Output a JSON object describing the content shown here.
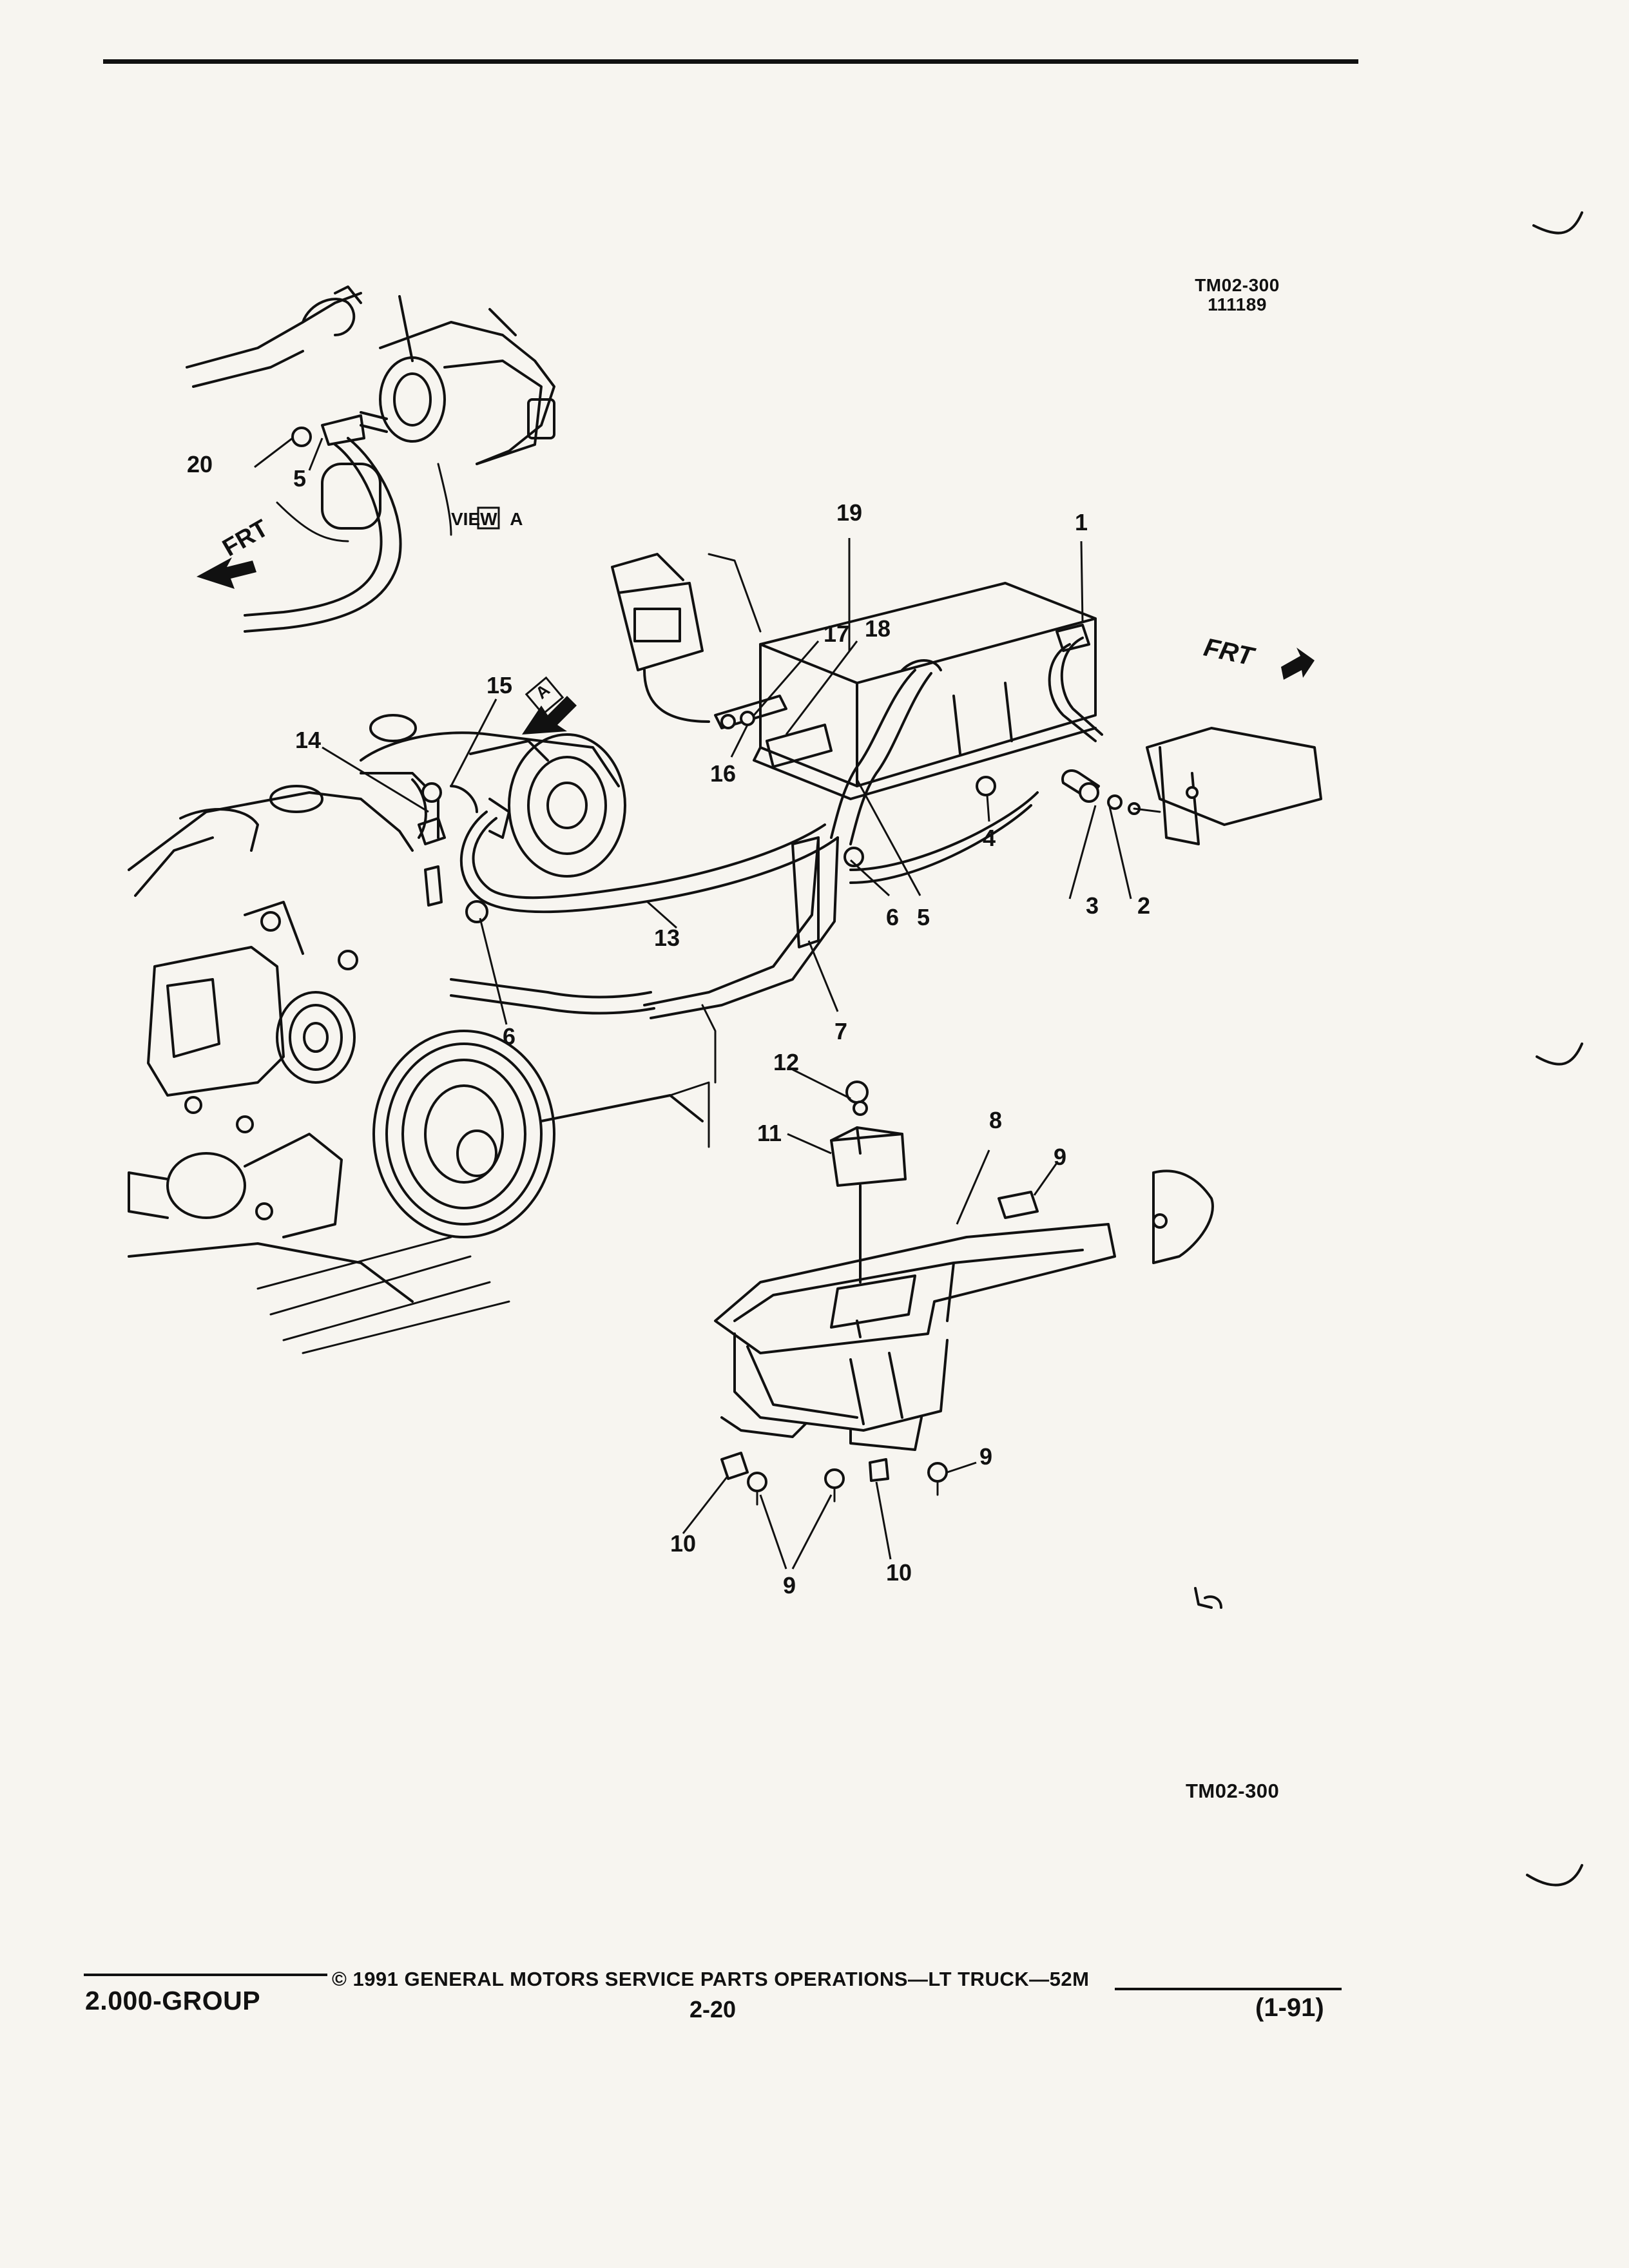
{
  "header": {
    "figure_code": "TM02-300",
    "figure_date": "111189"
  },
  "view_label": {
    "text": "VIEW",
    "letter": "A"
  },
  "frt_left": "FRT",
  "frt_right": "FRT",
  "view_marker_letter": "A",
  "callouts": [
    "1",
    "2",
    "3",
    "4",
    "5",
    "6",
    "7",
    "8",
    "9",
    "10",
    "11",
    "12",
    "13",
    "14",
    "15",
    "16",
    "17",
    "18",
    "19",
    "20"
  ],
  "figure_code_bottom": "TM02-300",
  "footer": {
    "group": "2.000-GROUP",
    "copyright": "© 1991 GENERAL MOTORS SERVICE PARTS OPERATIONS—LT TRUCK—52M",
    "page": "2-20",
    "date": "(1-91)"
  }
}
